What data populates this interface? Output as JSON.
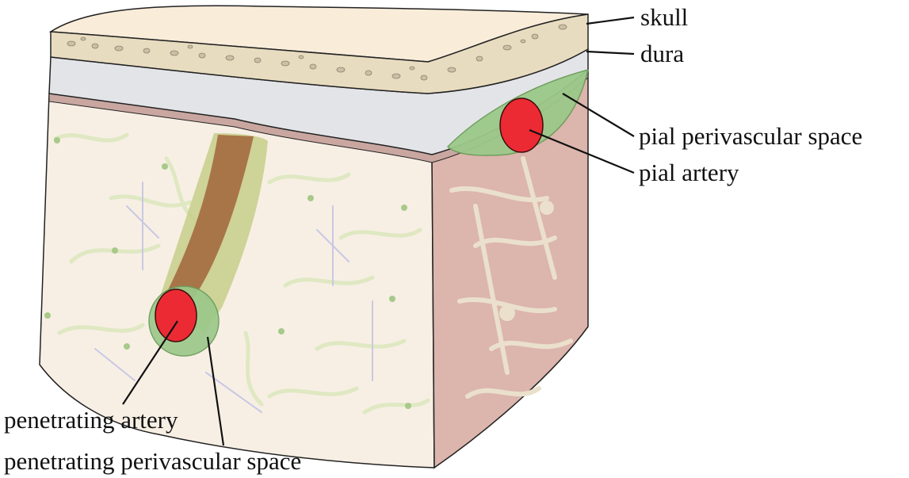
{
  "labels": {
    "skull": "skull",
    "dura": "dura",
    "pial_perivascular_space": "pial perivascular space",
    "pial_artery": "pial artery",
    "penetrating_artery": "penetrating artery",
    "penetrating_perivascular_space": "penetrating perivascular space"
  },
  "colors": {
    "artery": "#ec2a33",
    "perivascular_space": "#9cc98a",
    "penetrating_vessel": "#a87548",
    "parenchyma": "#f7efe4",
    "cut_face": "#dcb5ac",
    "bone": "#e8dcc0",
    "dura": "#e3e4e8"
  }
}
